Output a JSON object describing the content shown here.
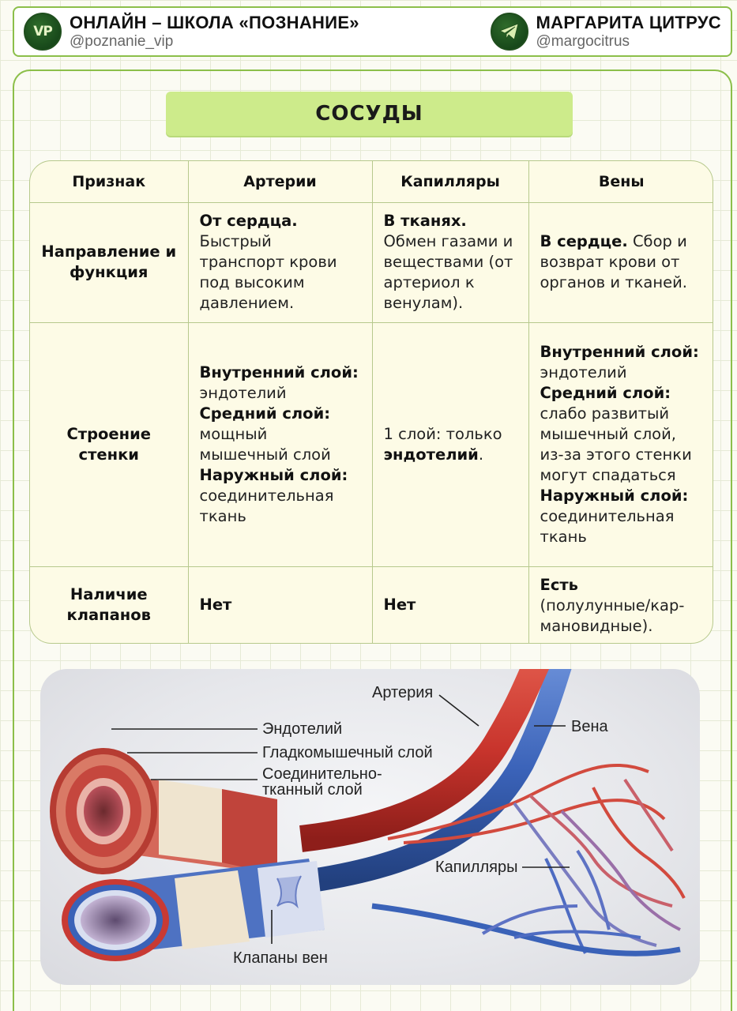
{
  "header": {
    "left": {
      "title": "ОНЛАЙН – ШКОЛА «ПОЗНАНИЕ»",
      "handle": "@poznanie_vip",
      "logo_text": "VP"
    },
    "right": {
      "title": "МАРГАРИТА ЦИТРУС",
      "handle": "@margocitrus",
      "icon": "telegram-plane-icon"
    }
  },
  "title": "СОСУДЫ",
  "table": {
    "headers": [
      "Признак",
      "Артерии",
      "Капилляры",
      "Вены"
    ],
    "rows": [
      {
        "feature": "Направление и функция",
        "arteries": {
          "bold": "От сердца.",
          "text": "Быстрый транспорт крови под высоким давлением."
        },
        "capillaries": {
          "bold": "В тканях.",
          "text": "Обмен газами и веществами (от артериол к венулам)."
        },
        "veins": {
          "bold": "В сердце.",
          "text": "Сбор и возврат крови от органов и тканей."
        }
      },
      {
        "feature": "Строение стенки",
        "arteries": {
          "inner_label": "Внутренний слой:",
          "inner": "эндотелий",
          "middle_label": "Средний слой:",
          "middle": "мощный мышечный слой",
          "outer_label": "Наружный слой:",
          "outer": "соединительная ткань"
        },
        "capillaries": {
          "text": "1 слой: только",
          "bold": "эндотелий",
          "tail": "."
        },
        "veins": {
          "inner_label": "Внутренний слой:",
          "inner": "эндотелий",
          "middle_label": "Средний слой:",
          "middle": "слабо развитый мышечный слой, из-за этого стенки могут спадаться",
          "outer_label": "Наружный слой:",
          "outer": "соединительная ткань"
        }
      },
      {
        "feature": "Наличие клапанов",
        "arteries": "Нет",
        "capillaries": "Нет",
        "veins": {
          "bold": "Есть",
          "text": "(полулунные/кар­мановидные)."
        }
      }
    ]
  },
  "illustration": {
    "labels": {
      "artery": "Артерия",
      "vein": "Вена",
      "endothelium": "Эндотелий",
      "smooth_muscle": "Гладкомышечный слой",
      "connective_1": "Соединительно-",
      "connective_2": "тканный слой",
      "capillaries": "Капилляры",
      "valves": "Клапаны вен"
    },
    "colors": {
      "artery": "#c8342c",
      "vein": "#3a62b8",
      "muscle": "#d8685a",
      "connective": "#efe4cf"
    }
  }
}
